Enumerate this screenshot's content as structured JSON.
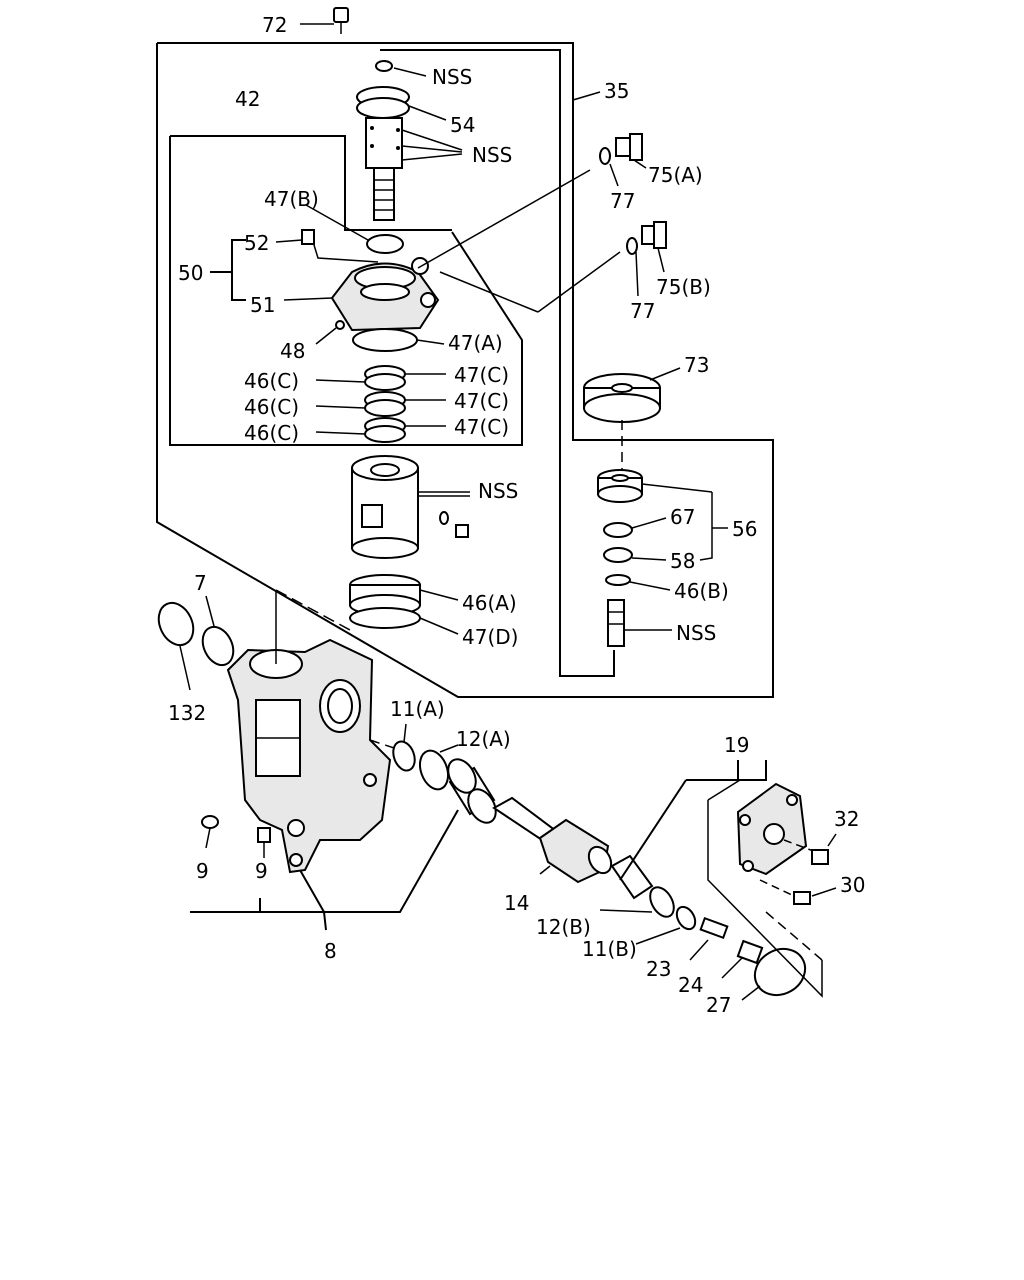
{
  "diagram": {
    "labels": {
      "l72": "72",
      "l42": "42",
      "lNSS1": "NSS",
      "l54": "54",
      "lNSS2": "NSS",
      "l35": "35",
      "l75A": "75(A)",
      "l77a": "77",
      "l47B": "47(B)",
      "l52": "52",
      "l50": "50",
      "l51": "51",
      "l75B": "75(B)",
      "l77b": "77",
      "l48": "48",
      "l47A": "47(A)",
      "l46C1": "46(C)",
      "l47C1": "47(C)",
      "l46C2": "46(C)",
      "l47C2": "47(C)",
      "l46C3": "46(C)",
      "l47C3": "47(C)",
      "l73": "73",
      "lNSS3": "NSS",
      "l67": "67",
      "l56": "56",
      "l58": "58",
      "l46B": "46(B)",
      "lNSS4": "NSS",
      "l46A": "46(A)",
      "l47D": "47(D)",
      "l7": "7",
      "l132": "132",
      "l11A": "11(A)",
      "l12A": "12(A)",
      "l19": "19",
      "l32": "32",
      "l30": "30",
      "l9a": "9",
      "l9b": "9",
      "l14": "14",
      "l12B": "12(B)",
      "l11B": "11(B)",
      "l23": "23",
      "l24": "24",
      "l27": "27",
      "l8": "8"
    }
  }
}
